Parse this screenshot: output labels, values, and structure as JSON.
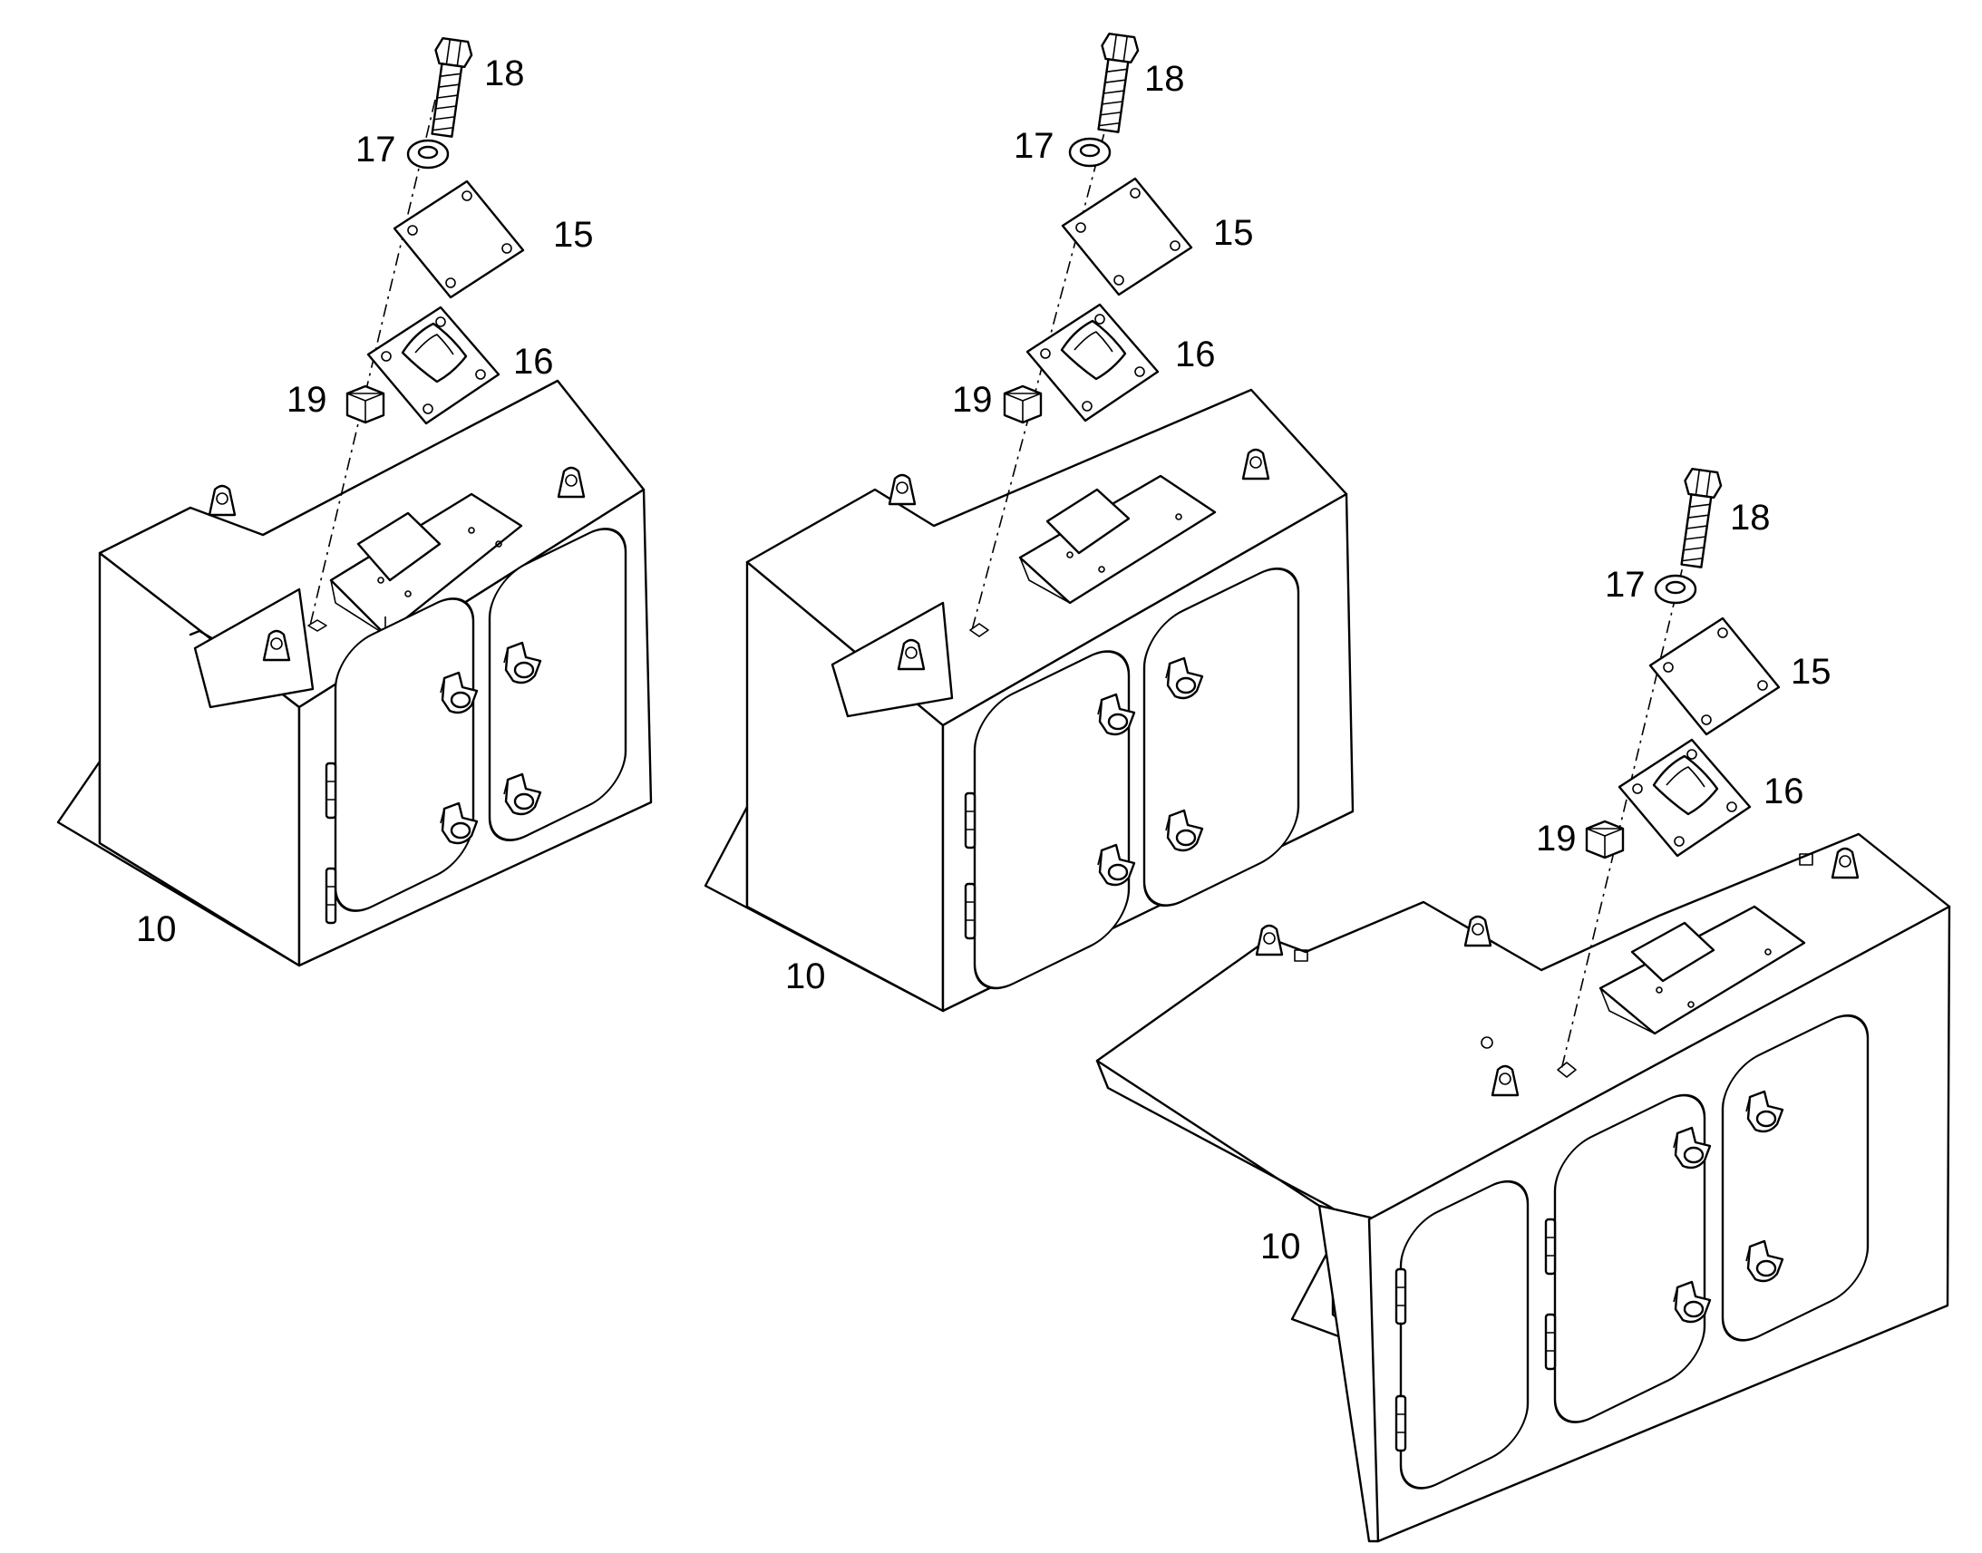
{
  "assemblies": [
    {
      "name": "left",
      "callouts": {
        "bolt": "18",
        "washer": "17",
        "cover_plate": "15",
        "gasket": "16",
        "nut": "19",
        "box": "10"
      }
    },
    {
      "name": "middle",
      "callouts": {
        "bolt": "18",
        "washer": "17",
        "cover_plate": "15",
        "gasket": "16",
        "nut": "19",
        "box": "10"
      }
    },
    {
      "name": "right",
      "callouts": {
        "bolt": "18",
        "washer": "17",
        "cover_plate": "15",
        "gasket": "16",
        "nut": "19",
        "box": "10"
      }
    }
  ],
  "icons": [
    "hex-bolt-icon",
    "washer-icon",
    "cover-plate-icon",
    "gasket-icon",
    "hex-nut-icon",
    "battery-box-icon"
  ],
  "colors": {
    "line": "#000000",
    "background": "#ffffff"
  }
}
